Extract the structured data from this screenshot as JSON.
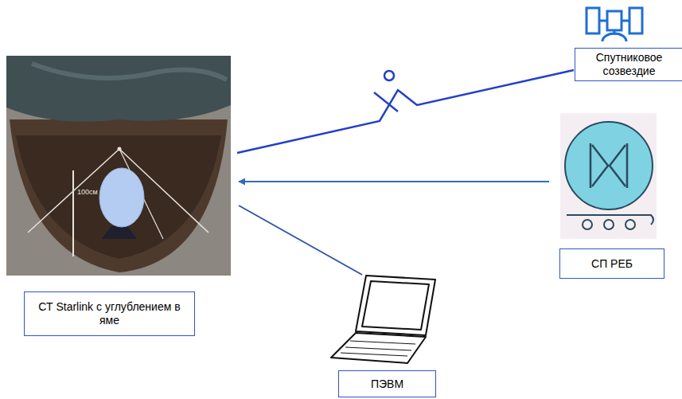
{
  "diagram": {
    "nodes": [
      {
        "text": [
          "СТ Starlink с углублением в яме"
        ]
      },
      {
        "text": [
          "Спутниковое созвездие"
        ]
      },
      {
        "text": [
          "СП РЕБ"
        ]
      },
      {
        "text": [
          "ПЭВМ"
        ]
      }
    ],
    "edges": [
      {
        "from": 0,
        "to": 1,
        "arrow": "none"
      },
      {
        "from": 2,
        "to": 0,
        "arrow": "to"
      },
      {
        "from": 0,
        "to": 3,
        "arrow": "none"
      }
    ],
    "labels": [
      "100см"
    ]
  }
}
